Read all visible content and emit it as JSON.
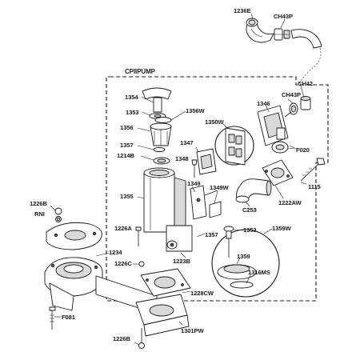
{
  "diagram": {
    "assembly_label": "CPIIPUMP",
    "callouts": {
      "c1236E": "1236E",
      "cCH43P_top": "CH43P",
      "cCH42": "CH42",
      "cCH43P_mid": "CH43P",
      "c1354": "1354",
      "c1353_top": "1353",
      "c1356W": "1356W",
      "c1356": "1356",
      "c1357_top": "1357",
      "c1214B": "1214B",
      "c1346": "1346",
      "c1350W": "1350W",
      "c1347": "1347",
      "c1348": "1348",
      "cF020": "F020",
      "c1115": "1115",
      "c1355": "1355",
      "c1349": "1349",
      "c1349W": "1349W",
      "c1222AW": "1222AW",
      "cC253": "C253",
      "c1226B_top": "1226B",
      "cRNI": "RNI",
      "c1226A": "1226A",
      "c1357_bot": "1357",
      "c1353_bot": "1353",
      "c1359W": "1359W",
      "c1234": "1234",
      "c1223B": "1223B",
      "c1359": "1359",
      "c1226C": "1226C",
      "c1316MS": "1316MS",
      "c1228CW": "1228CW",
      "cF081": "F081",
      "c1301PW": "1301PW",
      "c1226B_bot": "1226B"
    }
  }
}
